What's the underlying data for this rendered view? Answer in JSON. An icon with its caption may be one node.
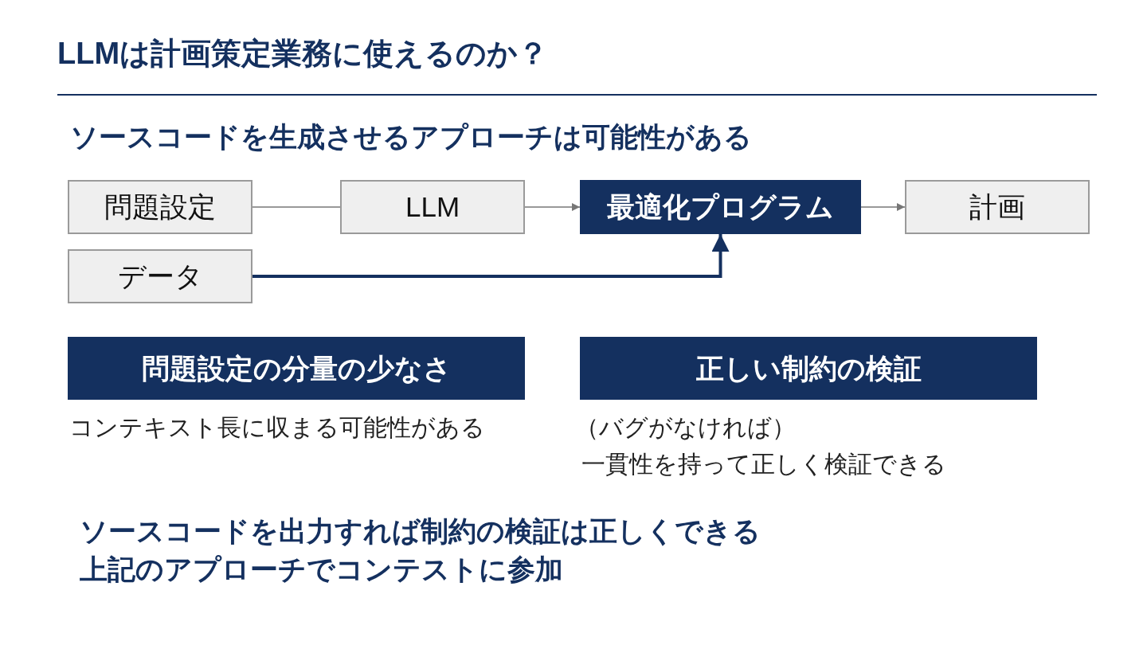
{
  "diagram": {
    "title": "LLMは計画策定業務に使えるのか？",
    "nodes": [
      {
        "text": [
          "問題設定"
        ]
      },
      {
        "text": [
          "LLM"
        ]
      },
      {
        "text": [
          "最適化プログラム"
        ]
      },
      {
        "text": [
          "計画"
        ]
      },
      {
        "text": [
          "データ"
        ]
      },
      {
        "text": [
          "問題設定の分量の少なさ"
        ],
        "beside": [
          "コンテキスト長に収まる可能性がある"
        ]
      },
      {
        "text": [
          "正しい制約の検証"
        ],
        "beside": [
          "（バグがなければ）",
          "一貫性を持って正しく検証できる"
        ]
      }
    ],
    "edges": [
      {
        "from": 0,
        "to": 1,
        "arrow": "none"
      },
      {
        "from": 1,
        "to": 2,
        "arrow": "to"
      },
      {
        "from": 2,
        "to": 3,
        "arrow": "to"
      },
      {
        "from": 4,
        "to": 2,
        "arrow": "to",
        "style": "thick",
        "color": "#14305f"
      }
    ],
    "labels": [
      "ソースコードを生成させるアプローチは可能性がある",
      "ソースコードを出力すれば制約の検証は正しくできる",
      "上記のアプローチでコンテストに参加"
    ]
  }
}
